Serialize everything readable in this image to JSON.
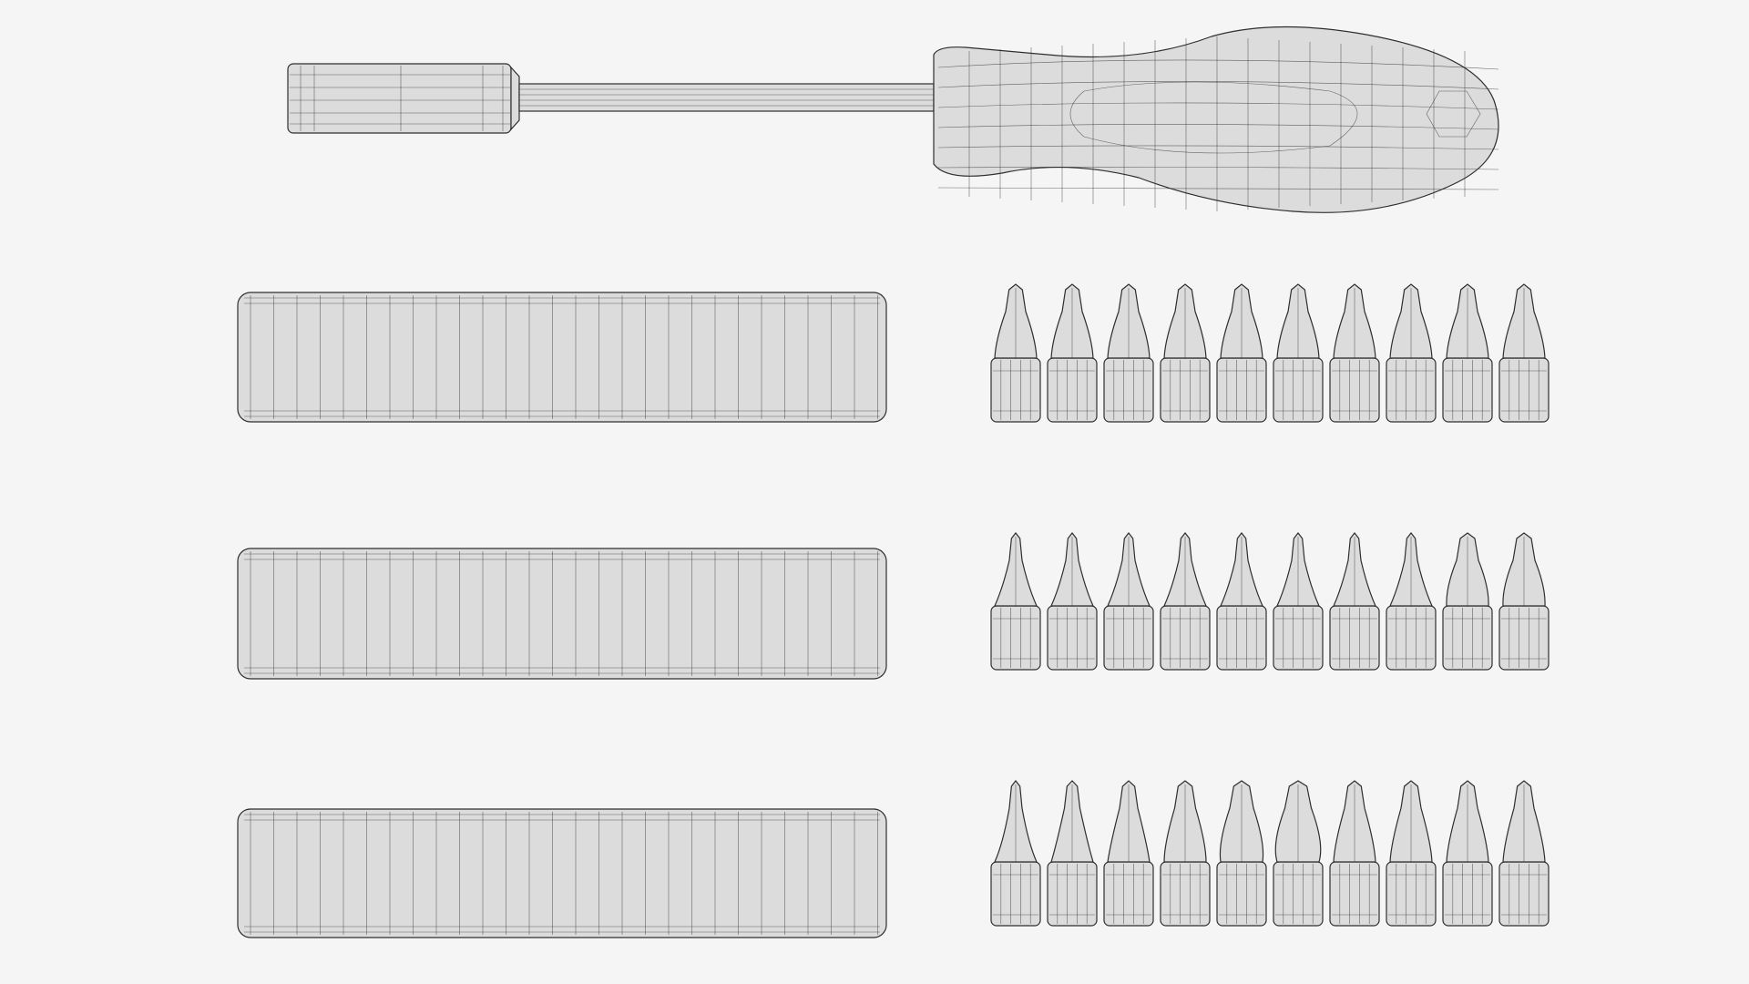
{
  "scene": {
    "subject": "screwdriver-with-bit-set-wireframe",
    "colors": {
      "background": "#f5f5f5",
      "surface": "#dcdcdc",
      "wire": "#2e2e2e"
    },
    "icons": [
      "screwdriver",
      "bit-holder",
      "screwdriver-bit"
    ]
  }
}
